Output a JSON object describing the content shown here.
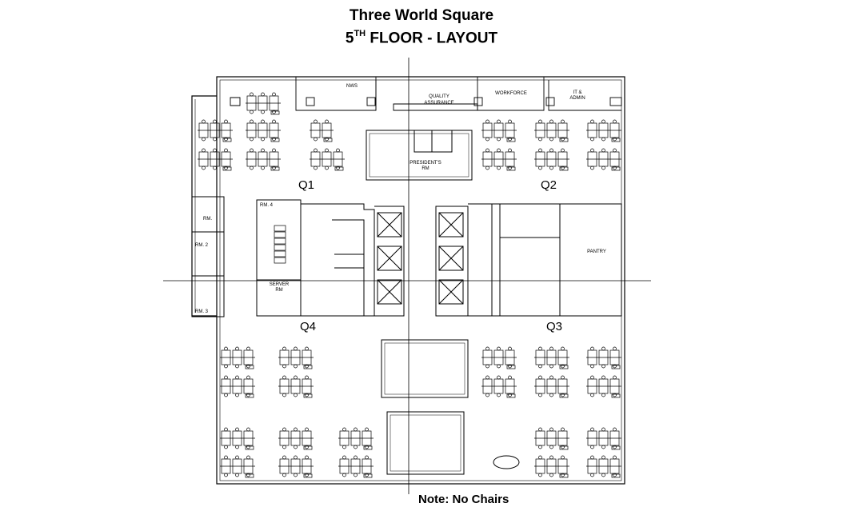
{
  "title": {
    "line1": "Three World Square",
    "line2_main": "5",
    "line2_sup": "TH",
    "line2_rest": " FLOOR - LAYOUT"
  },
  "note": "Note: No Chairs",
  "quadrants": [
    "Q1",
    "Q2",
    "Q3",
    "Q4"
  ],
  "rooms": {
    "nws": "NWS",
    "quality_line1": "QUALITY",
    "quality_line2": "ASSURANCE",
    "workforce": "WORKFORCE",
    "it_line1": "IT &",
    "it_line2": "ADMIN",
    "president_line1": "PRESIDENT'S",
    "president_line2": "RM",
    "rm4": "RM. 4",
    "rm1": "RM.",
    "rm2": "RM. 2",
    "rm3": "RM. 3",
    "server_line1": "SERVER",
    "server_line2": "RM",
    "pantry": "PANTRY"
  }
}
